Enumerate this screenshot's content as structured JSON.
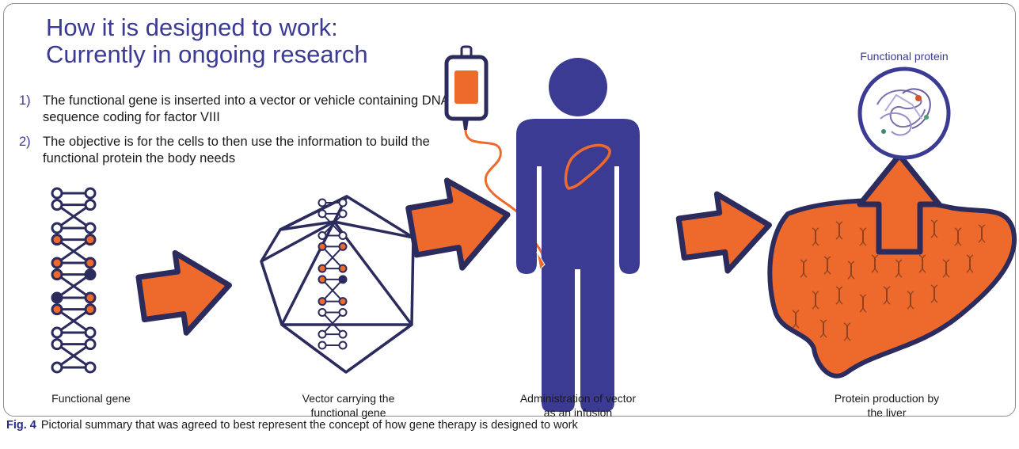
{
  "title": {
    "line1": "How it is designed to work:",
    "line2": "Currently in ongoing research"
  },
  "steps": [
    {
      "num": "1)",
      "text": "The functional gene is inserted into a vector or vehicle containing DNA sequence coding for factor VIII"
    },
    {
      "num": "2)",
      "text": "The objective is for the cells to then use the information to build the functional protein the body needs"
    }
  ],
  "protein_label": "Functional protein",
  "captions": {
    "gene": "Functional gene",
    "vector_l1": "Vector carrying the",
    "vector_l2": "functional gene",
    "admin_l1": "Administration of vector",
    "admin_l2": "as an infusion",
    "liver_l1": "Protein production by",
    "liver_l2": "the liver"
  },
  "figure_note": {
    "label": "Fig. 4",
    "text": "Pictorial summary that was agreed to best represent the concept of how gene therapy is designed to work"
  },
  "colors": {
    "navy": "#3b3b94",
    "orange": "#ee6a2c",
    "dark": "#2b2b5e"
  }
}
